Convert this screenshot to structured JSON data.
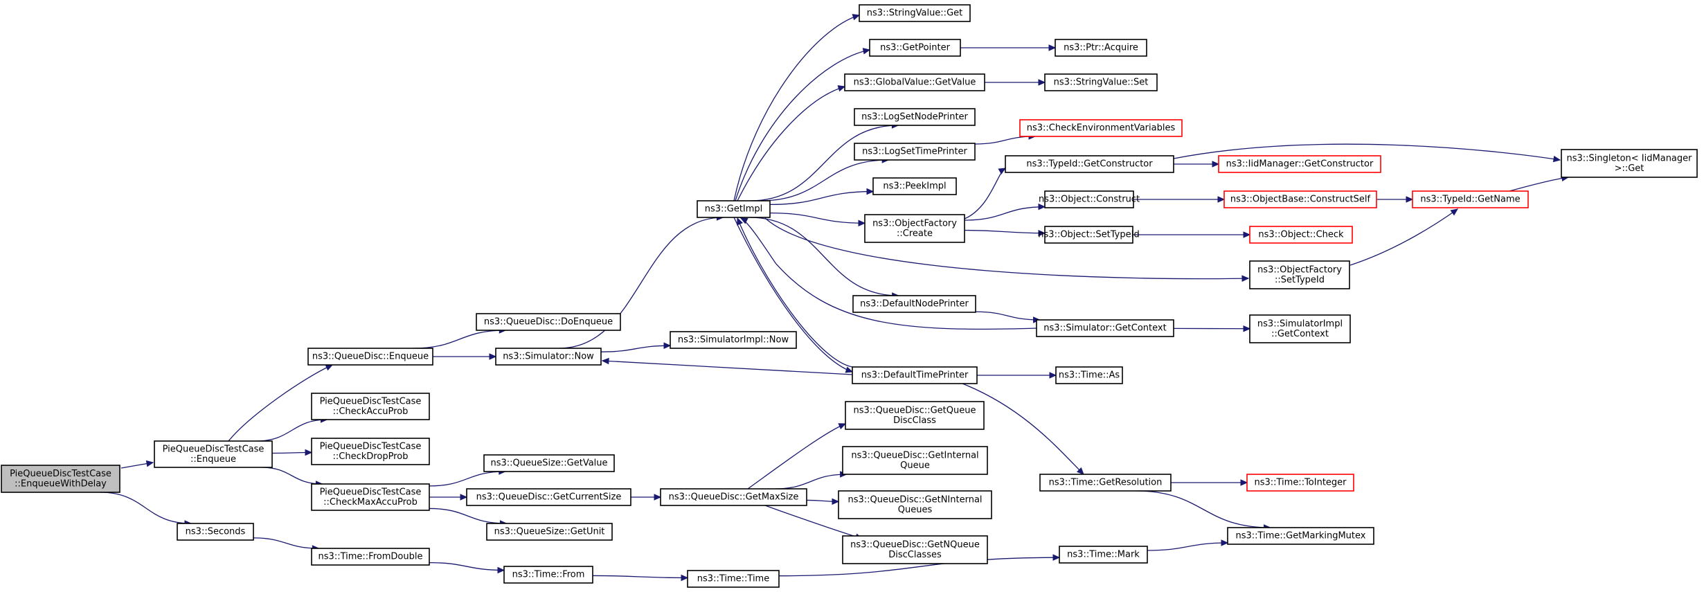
{
  "colors": {
    "edge": "#191970",
    "node_border": "#000000",
    "node_truncated_border": "#ff0000",
    "root_fill": "#bfbfbf",
    "node_fill": "#ffffff"
  },
  "nodes": [
    {
      "id": "root",
      "lines": [
        "PieQueueDiscTestCase",
        "::EnqueueWithDelay"
      ],
      "style": "root"
    },
    {
      "id": "pq_enqueue",
      "lines": [
        "PieQueueDiscTestCase",
        "::Enqueue"
      ],
      "style": "normal"
    },
    {
      "id": "seconds",
      "lines": [
        "ns3::Seconds"
      ],
      "style": "normal"
    },
    {
      "id": "qd_enqueue",
      "lines": [
        "ns3::QueueDisc::Enqueue"
      ],
      "style": "normal"
    },
    {
      "id": "check_accu",
      "lines": [
        "PieQueueDiscTestCase",
        "::CheckAccuProb"
      ],
      "style": "normal"
    },
    {
      "id": "check_drop",
      "lines": [
        "PieQueueDiscTestCase",
        "::CheckDropProb"
      ],
      "style": "normal"
    },
    {
      "id": "check_max",
      "lines": [
        "PieQueueDiscTestCase",
        "::CheckMaxAccuProb"
      ],
      "style": "normal"
    },
    {
      "id": "time_fromdouble",
      "lines": [
        "ns3::Time::FromDouble"
      ],
      "style": "normal"
    },
    {
      "id": "qd_doenqueue",
      "lines": [
        "ns3::QueueDisc::DoEnqueue"
      ],
      "style": "normal"
    },
    {
      "id": "sim_now",
      "lines": [
        "ns3::Simulator::Now"
      ],
      "style": "normal"
    },
    {
      "id": "qs_getvalue",
      "lines": [
        "ns3::QueueSize::GetValue"
      ],
      "style": "normal"
    },
    {
      "id": "qd_getcursize",
      "lines": [
        "ns3::QueueDisc::GetCurrentSize"
      ],
      "style": "normal"
    },
    {
      "id": "qs_getunit",
      "lines": [
        "ns3::QueueSize::GetUnit"
      ],
      "style": "normal"
    },
    {
      "id": "time_from",
      "lines": [
        "ns3::Time::From"
      ],
      "style": "normal"
    },
    {
      "id": "getimpl",
      "lines": [
        "ns3::GetImpl"
      ],
      "style": "normal"
    },
    {
      "id": "simimpl_now",
      "lines": [
        "ns3::SimulatorImpl::Now"
      ],
      "style": "normal"
    },
    {
      "id": "qd_getmaxsize",
      "lines": [
        "ns3::QueueDisc::GetMaxSize"
      ],
      "style": "normal"
    },
    {
      "id": "time_time",
      "lines": [
        "ns3::Time::Time"
      ],
      "style": "normal"
    },
    {
      "id": "sv_get",
      "lines": [
        "ns3::StringValue::Get"
      ],
      "style": "normal"
    },
    {
      "id": "getpointer",
      "lines": [
        "ns3::GetPointer"
      ],
      "style": "normal"
    },
    {
      "id": "gv_getvalue",
      "lines": [
        "ns3::GlobalValue::GetValue"
      ],
      "style": "normal"
    },
    {
      "id": "logsetnode",
      "lines": [
        "ns3::LogSetNodePrinter"
      ],
      "style": "normal"
    },
    {
      "id": "logsettime",
      "lines": [
        "ns3::LogSetTimePrinter"
      ],
      "style": "normal"
    },
    {
      "id": "peekimpl",
      "lines": [
        "ns3::PeekImpl"
      ],
      "style": "normal"
    },
    {
      "id": "of_create",
      "lines": [
        "ns3::ObjectFactory",
        "::Create"
      ],
      "style": "normal"
    },
    {
      "id": "defnodeprinter",
      "lines": [
        "ns3::DefaultNodePrinter"
      ],
      "style": "normal"
    },
    {
      "id": "deftimeprinter",
      "lines": [
        "ns3::DefaultTimePrinter"
      ],
      "style": "normal"
    },
    {
      "id": "qd_getqdclass",
      "lines": [
        "ns3::QueueDisc::GetQueue",
        "DiscClass"
      ],
      "style": "normal"
    },
    {
      "id": "qd_getinternalq",
      "lines": [
        "ns3::QueueDisc::GetInternal",
        "Queue"
      ],
      "style": "normal"
    },
    {
      "id": "qd_getninternal",
      "lines": [
        "ns3::QueueDisc::GetNInternal",
        "Queues"
      ],
      "style": "normal"
    },
    {
      "id": "qd_getnqdclasses",
      "lines": [
        "ns3::QueueDisc::GetNQueue",
        "DiscClasses"
      ],
      "style": "normal"
    },
    {
      "id": "ptr_acquire",
      "lines": [
        "ns3::Ptr::Acquire"
      ],
      "style": "normal"
    },
    {
      "id": "sv_set",
      "lines": [
        "ns3::StringValue::Set"
      ],
      "style": "normal"
    },
    {
      "id": "checkenv",
      "lines": [
        "ns3::CheckEnvironmentVariables"
      ],
      "style": "truncated"
    },
    {
      "id": "typeid_getctor",
      "lines": [
        "ns3::TypeId::GetConstructor"
      ],
      "style": "normal"
    },
    {
      "id": "obj_construct",
      "lines": [
        "ns3::Object::Construct"
      ],
      "style": "normal"
    },
    {
      "id": "obj_settypeid",
      "lines": [
        "ns3::Object::SetTypeId"
      ],
      "style": "normal"
    },
    {
      "id": "of_settypeid",
      "lines": [
        "ns3::ObjectFactory",
        "::SetTypeId"
      ],
      "style": "normal"
    },
    {
      "id": "sim_getcontext",
      "lines": [
        "ns3::Simulator::GetContext"
      ],
      "style": "normal"
    },
    {
      "id": "time_as",
      "lines": [
        "ns3::Time::As"
      ],
      "style": "normal"
    },
    {
      "id": "time_getres",
      "lines": [
        "ns3::Time::GetResolution"
      ],
      "style": "normal"
    },
    {
      "id": "time_mark",
      "lines": [
        "ns3::Time::Mark"
      ],
      "style": "normal"
    },
    {
      "id": "iid_getctor",
      "lines": [
        "ns3::IidManager::GetConstructor"
      ],
      "style": "truncated"
    },
    {
      "id": "ob_constructself",
      "lines": [
        "ns3::ObjectBase::ConstructSelf"
      ],
      "style": "truncated"
    },
    {
      "id": "obj_check",
      "lines": [
        "ns3::Object::Check"
      ],
      "style": "truncated"
    },
    {
      "id": "simimpl_getctx",
      "lines": [
        "ns3::SimulatorImpl",
        "::GetContext"
      ],
      "style": "normal"
    },
    {
      "id": "time_tointeger",
      "lines": [
        "ns3::Time::ToInteger"
      ],
      "style": "truncated"
    },
    {
      "id": "time_getmarkmutex",
      "lines": [
        "ns3::Time::GetMarkingMutex"
      ],
      "style": "normal"
    },
    {
      "id": "typeid_getname",
      "lines": [
        "ns3::TypeId::GetName"
      ],
      "style": "truncated"
    },
    {
      "id": "singleton_get",
      "lines": [
        "ns3::Singleton< IidManager",
        " >::Get"
      ],
      "style": "normal"
    }
  ],
  "edges": [
    [
      "root",
      "pq_enqueue"
    ],
    [
      "root",
      "seconds"
    ],
    [
      "pq_enqueue",
      "qd_enqueue"
    ],
    [
      "pq_enqueue",
      "check_accu"
    ],
    [
      "pq_enqueue",
      "check_drop"
    ],
    [
      "pq_enqueue",
      "check_max"
    ],
    [
      "seconds",
      "time_fromdouble"
    ],
    [
      "qd_enqueue",
      "qd_doenqueue"
    ],
    [
      "qd_enqueue",
      "sim_now"
    ],
    [
      "check_max",
      "qs_getvalue"
    ],
    [
      "check_max",
      "qd_getcursize"
    ],
    [
      "check_max",
      "qs_getunit"
    ],
    [
      "time_fromdouble",
      "time_from"
    ],
    [
      "sim_now",
      "getimpl"
    ],
    [
      "sim_now",
      "simimpl_now"
    ],
    [
      "qd_getcursize",
      "qd_getmaxsize"
    ],
    [
      "time_from",
      "time_time"
    ],
    [
      "getimpl",
      "sv_get"
    ],
    [
      "getimpl",
      "getpointer"
    ],
    [
      "getimpl",
      "gv_getvalue"
    ],
    [
      "getimpl",
      "logsetnode"
    ],
    [
      "getimpl",
      "logsettime"
    ],
    [
      "getimpl",
      "peekimpl"
    ],
    [
      "getimpl",
      "of_create"
    ],
    [
      "getimpl",
      "of_settypeid"
    ],
    [
      "getimpl",
      "defnodeprinter"
    ],
    [
      "getimpl",
      "deftimeprinter"
    ],
    [
      "sim_getcontext",
      "getimpl"
    ],
    [
      "deftimeprinter",
      "getimpl"
    ],
    [
      "deftimeprinter",
      "sim_now"
    ],
    [
      "qd_getmaxsize",
      "qd_getqdclass"
    ],
    [
      "qd_getmaxsize",
      "qd_getinternalq"
    ],
    [
      "qd_getmaxsize",
      "qd_getninternal"
    ],
    [
      "qd_getmaxsize",
      "qd_getnqdclasses"
    ],
    [
      "time_time",
      "time_mark"
    ],
    [
      "getpointer",
      "ptr_acquire"
    ],
    [
      "gv_getvalue",
      "sv_set"
    ],
    [
      "logsettime",
      "checkenv"
    ],
    [
      "of_create",
      "typeid_getctor"
    ],
    [
      "of_create",
      "obj_construct"
    ],
    [
      "of_create",
      "obj_settypeid"
    ],
    [
      "defnodeprinter",
      "sim_getcontext"
    ],
    [
      "deftimeprinter",
      "time_as"
    ],
    [
      "deftimeprinter",
      "time_getres"
    ],
    [
      "typeid_getctor",
      "iid_getctor"
    ],
    [
      "typeid_getctor",
      "singleton_get"
    ],
    [
      "obj_construct",
      "ob_constructself"
    ],
    [
      "obj_settypeid",
      "obj_check"
    ],
    [
      "of_settypeid",
      "typeid_getname"
    ],
    [
      "sim_getcontext",
      "simimpl_getctx"
    ],
    [
      "time_getres",
      "time_tointeger"
    ],
    [
      "time_getres",
      "time_getmarkmutex"
    ],
    [
      "time_mark",
      "time_getmarkmutex"
    ],
    [
      "ob_constructself",
      "typeid_getname"
    ],
    [
      "typeid_getname",
      "singleton_get"
    ]
  ]
}
